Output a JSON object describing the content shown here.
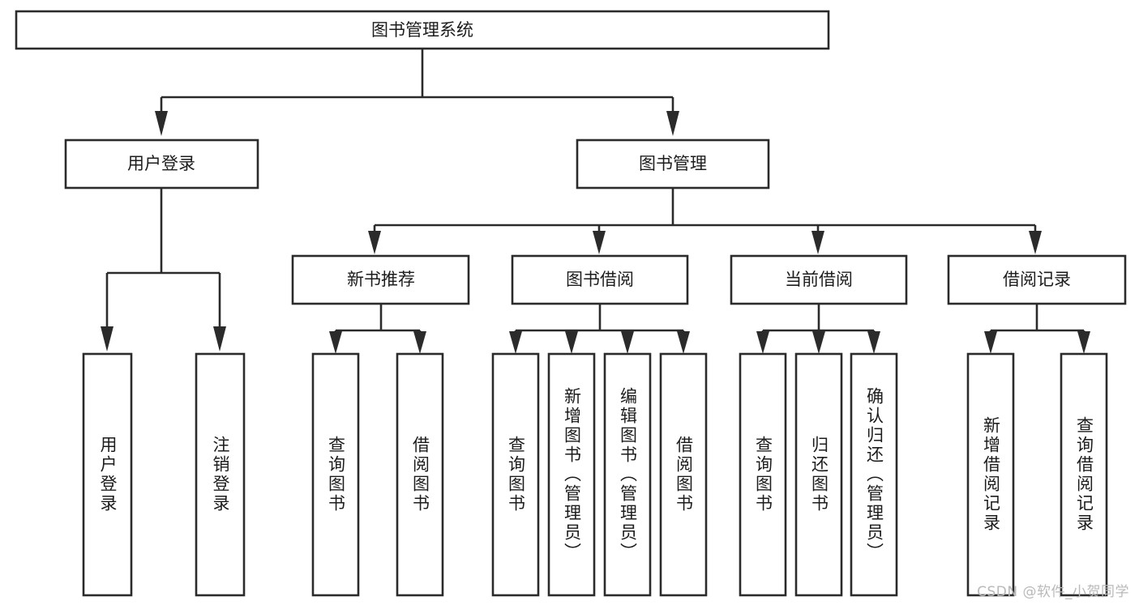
{
  "diagram": {
    "title": "图书管理系统",
    "type": "hierarchy-tree",
    "orientation": "top-down",
    "root": {
      "id": "root",
      "label": "图书管理系统"
    },
    "level2": [
      {
        "id": "user-login",
        "label": "用户登录"
      },
      {
        "id": "book-manage",
        "label": "图书管理"
      }
    ],
    "level3": [
      {
        "id": "new-book-rec",
        "label": "新书推荐",
        "parent": "book-manage"
      },
      {
        "id": "book-borrow",
        "label": "图书借阅",
        "parent": "book-manage"
      },
      {
        "id": "current-borrow",
        "label": "当前借阅",
        "parent": "book-manage"
      },
      {
        "id": "borrow-record",
        "label": "借阅记录",
        "parent": "book-manage"
      }
    ],
    "leaves": [
      {
        "id": "leaf-user-login",
        "label": "用户登录",
        "parent": "user-login"
      },
      {
        "id": "leaf-logout",
        "label": "注销登录",
        "parent": "user-login"
      },
      {
        "id": "leaf-query-book-1",
        "label": "查询图书",
        "parent": "new-book-rec"
      },
      {
        "id": "leaf-borrow-book-1",
        "label": "借阅图书",
        "parent": "new-book-rec"
      },
      {
        "id": "leaf-query-book-2",
        "label": "查询图书",
        "parent": "book-borrow"
      },
      {
        "id": "leaf-add-book",
        "label": "新增图书（管理员）",
        "parent": "book-borrow"
      },
      {
        "id": "leaf-edit-book",
        "label": "编辑图书（管理员）",
        "parent": "book-borrow"
      },
      {
        "id": "leaf-borrow-book-2",
        "label": "借阅图书",
        "parent": "book-borrow"
      },
      {
        "id": "leaf-query-book-3",
        "label": "查询图书",
        "parent": "current-borrow"
      },
      {
        "id": "leaf-return-book",
        "label": "归还图书",
        "parent": "current-borrow"
      },
      {
        "id": "leaf-confirm-return",
        "label": "确认归还（管理员）",
        "parent": "current-borrow"
      },
      {
        "id": "leaf-add-record",
        "label": "新增借阅记录",
        "parent": "borrow-record"
      },
      {
        "id": "leaf-query-record",
        "label": "查询借阅记录",
        "parent": "borrow-record"
      }
    ]
  },
  "watermark": {
    "text": "CSDN @软件_小贺同学"
  },
  "colors": {
    "stroke": "#2b2b2b",
    "box_fill": "#ffffff",
    "text": "#1c1c1c",
    "background": "#ffffff",
    "watermark": "#b9b9b9"
  }
}
